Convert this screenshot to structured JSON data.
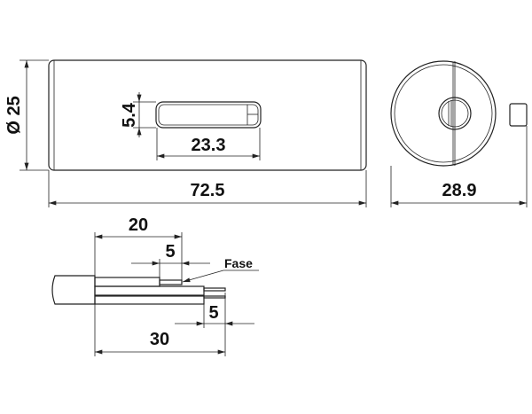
{
  "dimensions": {
    "diameter": "Ø 25",
    "slot_height": "5.4",
    "slot_length": "23.3",
    "total_length": "72.5",
    "side_width": "28.9",
    "strip_length": "20",
    "fase_length": "5",
    "wire_offset": "5",
    "total_strip": "30"
  },
  "labels": {
    "fase": "Fase"
  }
}
